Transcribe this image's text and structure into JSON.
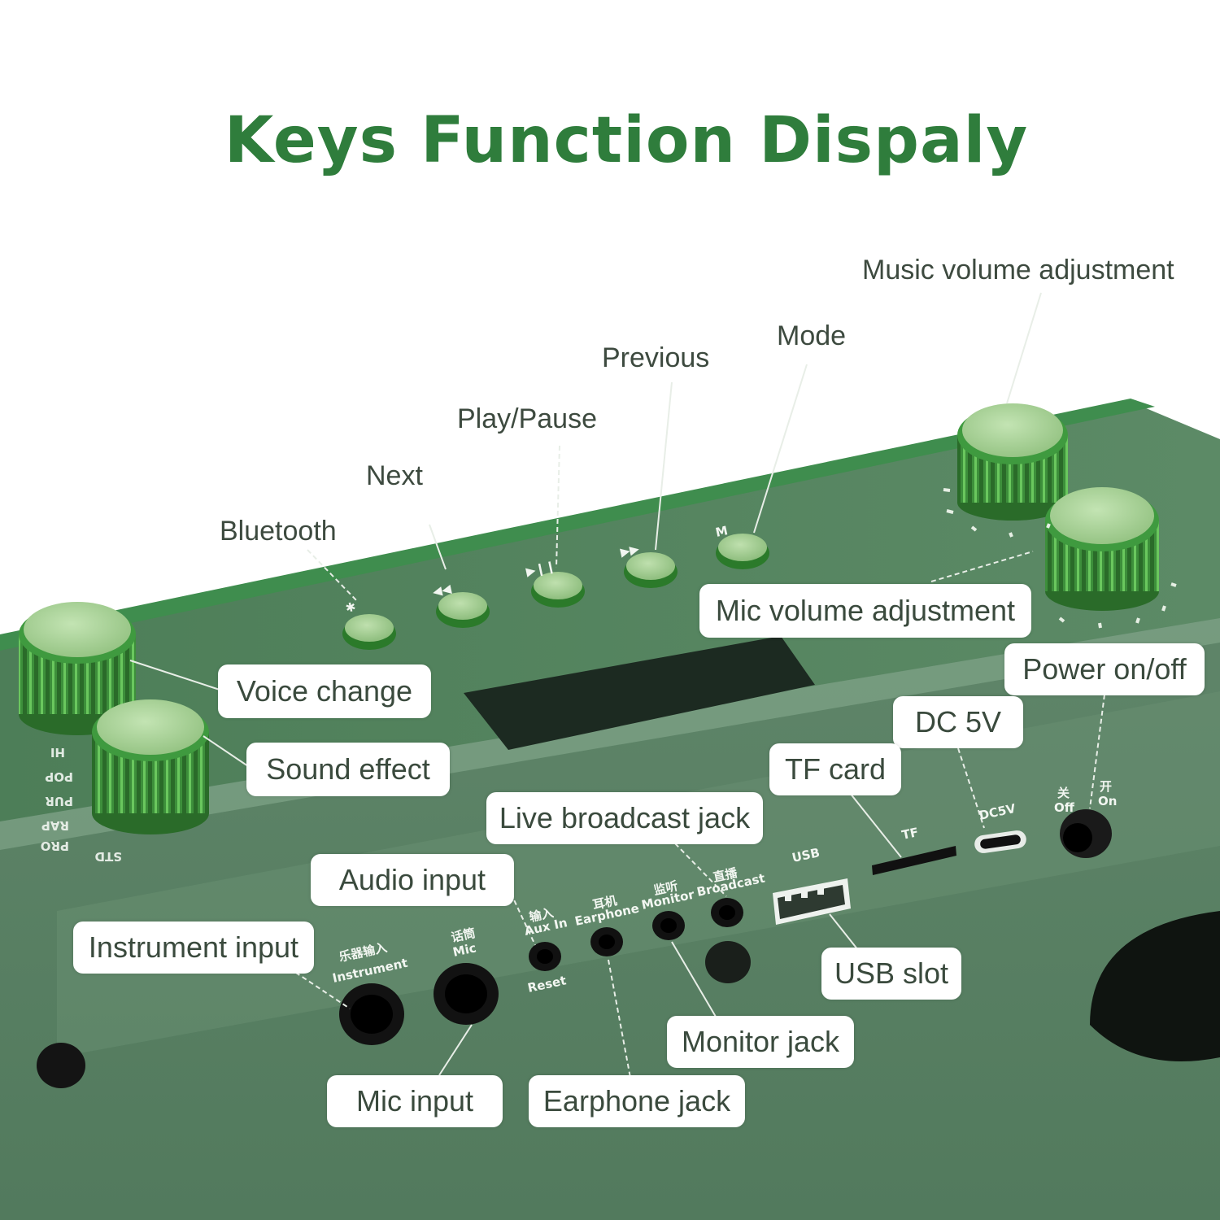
{
  "title": "Keys Function Dispaly",
  "colors": {
    "title_green": "#2f7d3c",
    "body_green": "#5a7d64",
    "top_green": "#3f8d4e",
    "knob_green": "#4d9f4a",
    "knob_cap": "#a9d19a",
    "callout_bg": "#ffffff",
    "label_text": "#3a4a3d"
  },
  "top_labels": {
    "bluetooth": "Bluetooth",
    "next": "Next",
    "play_pause": "Play/Pause",
    "previous": "Previous",
    "mode": "Mode",
    "music_volume": "Music volume adjustment"
  },
  "callouts": {
    "mic_volume": "Mic volume adjustment",
    "voice_change": "Voice change",
    "sound_effect": "Sound effect",
    "power": "Power on/off",
    "dc5v": "DC 5V",
    "tf_card": "TF card",
    "live_broadcast": "Live broadcast jack",
    "audio_input": "Audio input",
    "instrument_input": "Instrument input",
    "usb_slot": "USB slot",
    "monitor_jack": "Monitor jack",
    "mic_input": "Mic input",
    "earphone_jack": "Earphone jack"
  },
  "panel_print": {
    "instrument_cn": "乐器输入",
    "instrument_en": "Instrument",
    "mic_cn": "话筒",
    "mic_en": "Mic",
    "aux_cn": "输入",
    "aux_en": "Aux In",
    "reset": "Reset",
    "earphone_cn": "耳机",
    "earphone_en": "Earphone",
    "monitor_cn": "监听",
    "monitor_en": "Monitor",
    "broadcast_cn": "直播",
    "broadcast_en": "Broadcast",
    "usb": "USB",
    "tf": "TF",
    "dc5v": "DC5V",
    "off_cn": "关",
    "off_en": "Off",
    "on_cn": "开",
    "on_en": "On"
  },
  "icons": [
    "bluetooth-icon",
    "next-icon",
    "play-pause-icon",
    "previous-icon",
    "mode-icon"
  ]
}
